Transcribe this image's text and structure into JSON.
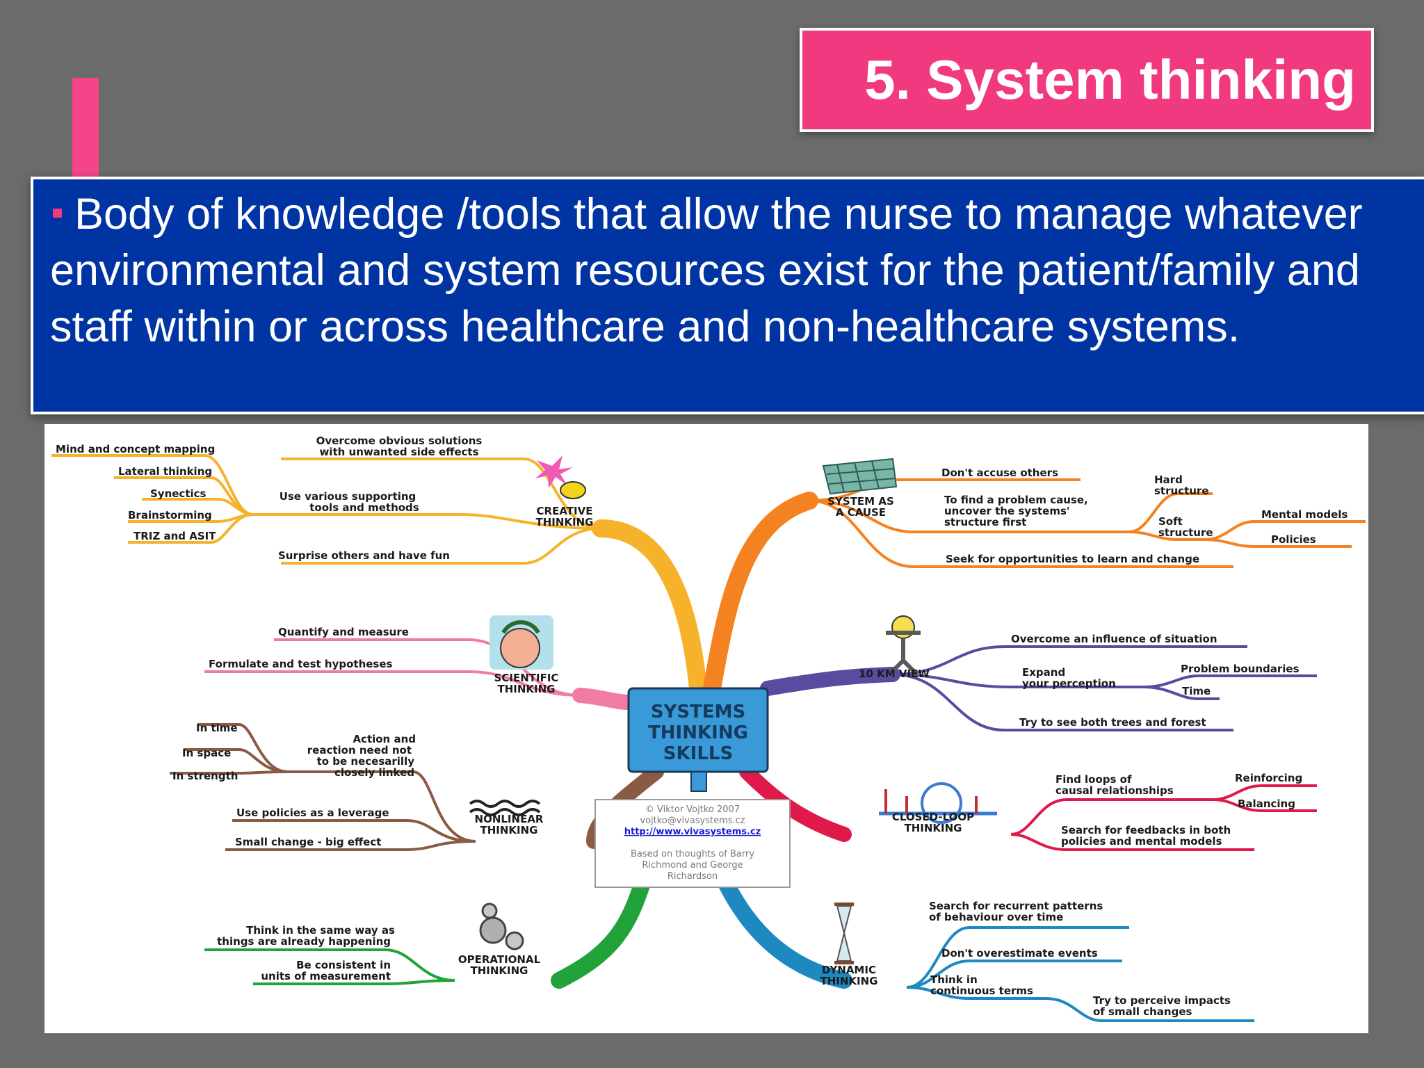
{
  "slide": {
    "title": "5. System thinking",
    "body": "Body of knowledge /tools that allow the nurse to manage whatever environmental and system resources exist for the patient/family and staff within or across healthcare and non-healthcare systems.",
    "colors": {
      "background": "#6b6b6b",
      "title_bg": "#f0397e",
      "body_bg": "#0034a2",
      "accent": "#f4458a"
    }
  },
  "mindmap": {
    "center": [
      "SYSTEMS",
      "THINKING",
      "SKILLS"
    ],
    "credits": {
      "line1": "© Viktor Vojtko 2007",
      "line2": "vojtko@vivasystems.cz",
      "link": "http://www.vivasystems.cz",
      "line3": "Based on thoughts of Barry",
      "line4": "Richmond and George",
      "line5": "Richardson"
    },
    "creative": {
      "name": [
        "CREATIVE",
        "THINKING"
      ],
      "overcome": [
        "Overcome obvious solutions",
        "with unwanted side effects"
      ],
      "use": [
        "Use various supporting",
        "tools and methods"
      ],
      "surprise": "Surprise others and have fun",
      "tools": [
        "Mind and concept mapping",
        "Lateral thinking",
        "Synectics",
        "Brainstorming",
        "TRIZ and ASIT"
      ]
    },
    "system_cause": {
      "name": [
        "SYSTEM AS",
        "A CAUSE"
      ],
      "accuse": "Don't accuse others",
      "find": [
        "To find a problem cause,",
        "uncover the systems'",
        "structure first"
      ],
      "hard": [
        "Hard",
        "structure"
      ],
      "soft": [
        "Soft",
        "structure"
      ],
      "mental": "Mental models",
      "policies": "Policies",
      "seek": "Seek for opportunities to learn and change"
    },
    "scientific": {
      "name": [
        "SCIENTIFIC",
        "THINKING"
      ],
      "quantify": "Quantify and measure",
      "formulate": "Formulate and test hypotheses"
    },
    "km_view": {
      "name": "10 KM VIEW",
      "overcome": "Overcome an influence of situation",
      "expand": [
        "Expand",
        "your perception"
      ],
      "boundaries": "Problem boundaries",
      "time": "Time",
      "trees": "Try to see both trees and forest"
    },
    "nonlinear": {
      "name": [
        "NONLINEAR",
        "THINKING"
      ],
      "in_time": "In time",
      "in_space": "In space",
      "in_strength": "In strength",
      "action": [
        "Action and",
        "reaction need not",
        "to be necesarilly",
        "closely linked"
      ],
      "policies": "Use policies as a leverage",
      "small": "Small change - big effect"
    },
    "closed_loop": {
      "name": [
        "CLOSED-LOOP",
        "THINKING"
      ],
      "find": [
        "Find loops of",
        "causal relationships"
      ],
      "reinforcing": "Reinforcing",
      "balancing": "Balancing",
      "search": [
        "Search for feedbacks in both",
        "policies and mental models"
      ]
    },
    "operational": {
      "name": [
        "OPERATIONAL",
        "THINKING"
      ],
      "think": [
        "Think in the same way as",
        "things are already happening"
      ],
      "consistent": [
        "Be consistent in",
        "units of measurement"
      ]
    },
    "dynamic": {
      "name": [
        "DYNAMIC",
        "THINKING"
      ],
      "search": [
        "Search for recurrent patterns",
        "of behaviour over time"
      ],
      "dont": "Don't overestimate events",
      "think": [
        "Think in",
        "continuous terms"
      ],
      "try": [
        "Try to perceive impacts",
        "of small changes"
      ]
    },
    "colors": {
      "creative": "#f6b22a",
      "cause": "#f58220",
      "scientific": "#f07ca6",
      "km": "#5a4aa0",
      "nonlinear": "#8a5a44",
      "closed": "#e0194b",
      "operational": "#22a33a",
      "dynamic": "#1e88c0",
      "center": "#3a9ad9"
    }
  }
}
